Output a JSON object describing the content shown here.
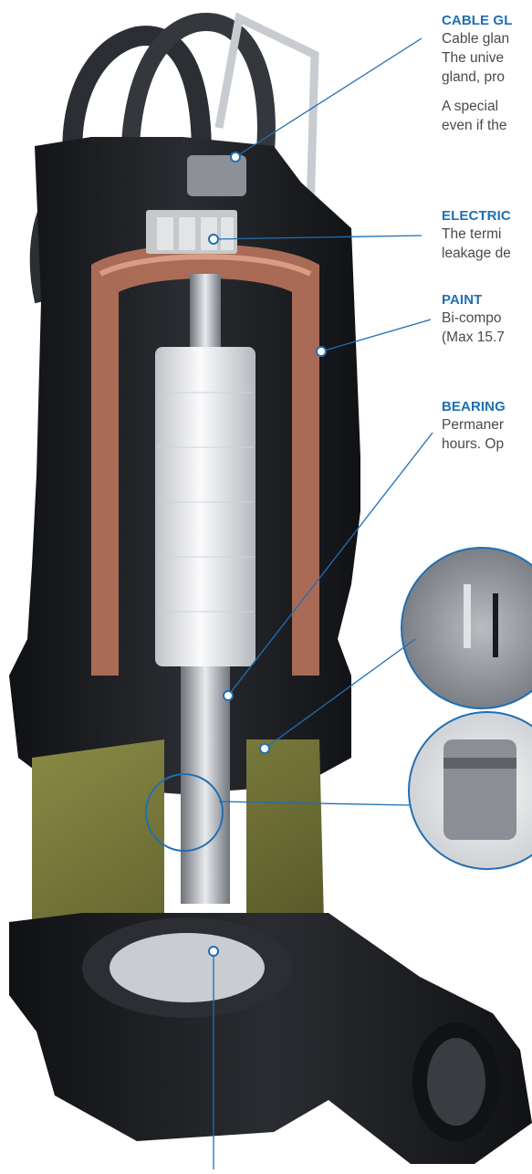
{
  "callouts": [
    {
      "title": "CABLE GL",
      "lines": [
        "Cable glan",
        "The unive",
        "gland, pro"
      ],
      "lines2": [
        "A special",
        "even if the"
      ]
    },
    {
      "title": "ELECTRIC",
      "lines": [
        "The termi",
        "leakage de"
      ]
    },
    {
      "title": "PAINT",
      "lines": [
        "Bi-compo",
        "(Max 15.7"
      ]
    },
    {
      "title": "BEARING",
      "lines": [
        "Permaner",
        "hours. Op"
      ]
    }
  ],
  "colors": {
    "accent": "#1f6fb4",
    "body": "#1c1c1e",
    "oil": "#7a7a3a",
    "copper": "#b9735c"
  }
}
